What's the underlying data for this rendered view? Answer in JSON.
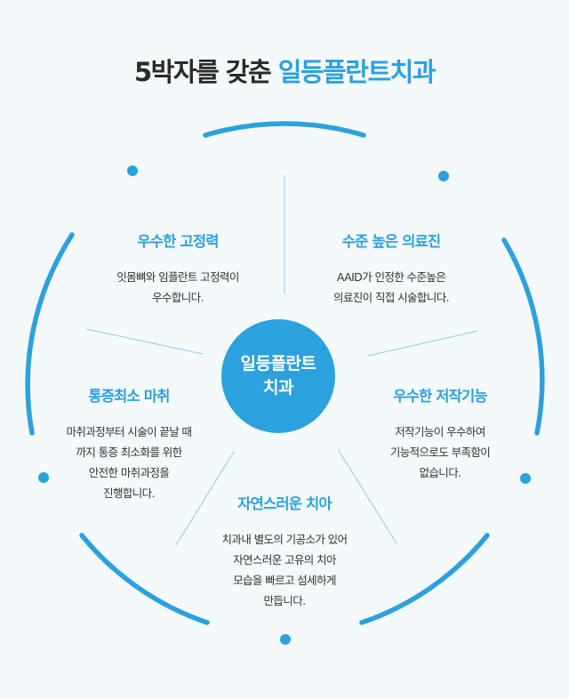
{
  "title": {
    "prefix": "5박자를 갖춘 ",
    "accent": "일등플란트치과"
  },
  "center": {
    "line1": "일등플란트",
    "line2": "치과"
  },
  "features": [
    {
      "title": "우수한 고정력",
      "lines": [
        "잇몸뼈와 임플란트 고정력이",
        "우수합니다."
      ]
    },
    {
      "title": "수준 높은 의료진",
      "lines": [
        "AAID가 인정한 수준높은",
        "의료진이 직접 시술합니다."
      ]
    },
    {
      "title": "통증최소 마취",
      "lines": [
        "마취과정부터 시술이 끝날 때",
        "까지 통증 최소화를 위한",
        "안전한 마취과정을",
        "진행합니다."
      ]
    },
    {
      "title": "우수한 저작기능",
      "lines": [
        "저작기능이 우수하여",
        "기능적으로도 부족함이",
        "없습니다."
      ]
    },
    {
      "title": "자연스러운 치아",
      "lines": [
        "치과내 별도의 기공소가 있어",
        "자연스러운 고유의 치아",
        "모습을 빠르고 섬세하게",
        "만듭니다."
      ]
    }
  ],
  "colors": {
    "accent": "#2ba1de",
    "background": "#f4f9fc",
    "text": "#333333"
  }
}
